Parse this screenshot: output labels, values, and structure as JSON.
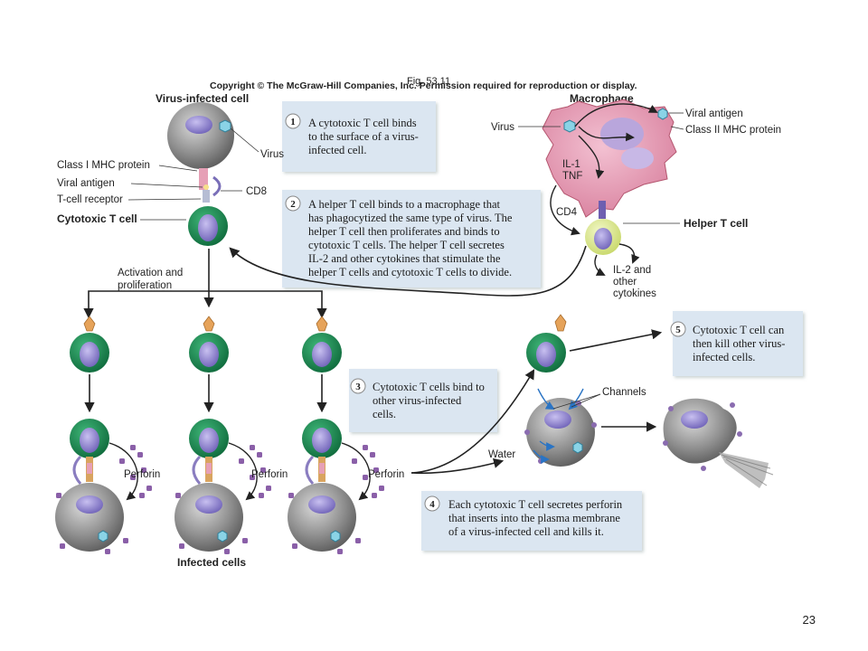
{
  "fig_label": "Fig. 53.11",
  "copyright": "Copyright © The McGraw-Hill Companies, Inc. Permission required for reproduction or display.",
  "page_number": "23",
  "labels": {
    "virus_infected_cell": "Virus-infected cell",
    "virus": "Virus",
    "class1_mhc": "Class I MHC protein",
    "viral_antigen": "Viral antigen",
    "t_cell_receptor": "T-cell receptor",
    "cd8": "CD8",
    "cytotoxic_t_cell": "Cytotoxic T cell",
    "activation": [
      "Activation and",
      "proliferation"
    ],
    "macrophage": "Macrophage",
    "virus_m": "Virus",
    "viral_antigen_m": "Viral antigen",
    "class2_mhc": "Class II MHC protein",
    "il1_tnf": [
      "IL-1",
      "TNF"
    ],
    "cd4": "CD4",
    "helper_t_cell": "Helper T cell",
    "il2": [
      "IL-2 and",
      "other",
      "cytokines"
    ],
    "perforin": "Perforin",
    "infected_cells": "Infected cells",
    "channels": "Channels",
    "water": "Water"
  },
  "steps": [
    {
      "num": "1",
      "lines": [
        "A cytotoxic T cell binds",
        "to the surface of a virus-",
        "infected cell."
      ]
    },
    {
      "num": "2",
      "lines": [
        "A helper T cell binds to a macrophage that",
        "has phagocytized the same type of virus. The",
        "helper T cell then proliferates and binds to",
        "cytotoxic T cells. The helper T cell secretes",
        "IL-2 and other cytokines that stimulate the",
        "helper T cells and cytotoxic T cells to divide."
      ]
    },
    {
      "num": "3",
      "lines": [
        "Cytotoxic T cells bind to",
        "other virus-infected",
        "cells."
      ]
    },
    {
      "num": "4",
      "lines": [
        "Each cytotoxic T cell secretes perforin",
        "that inserts into the plasma membrane",
        "of a virus-infected cell and kills it."
      ]
    },
    {
      "num": "5",
      "lines": [
        "Cytotoxic T cell can",
        "then kill other virus-",
        "infected cells."
      ]
    }
  ]
}
